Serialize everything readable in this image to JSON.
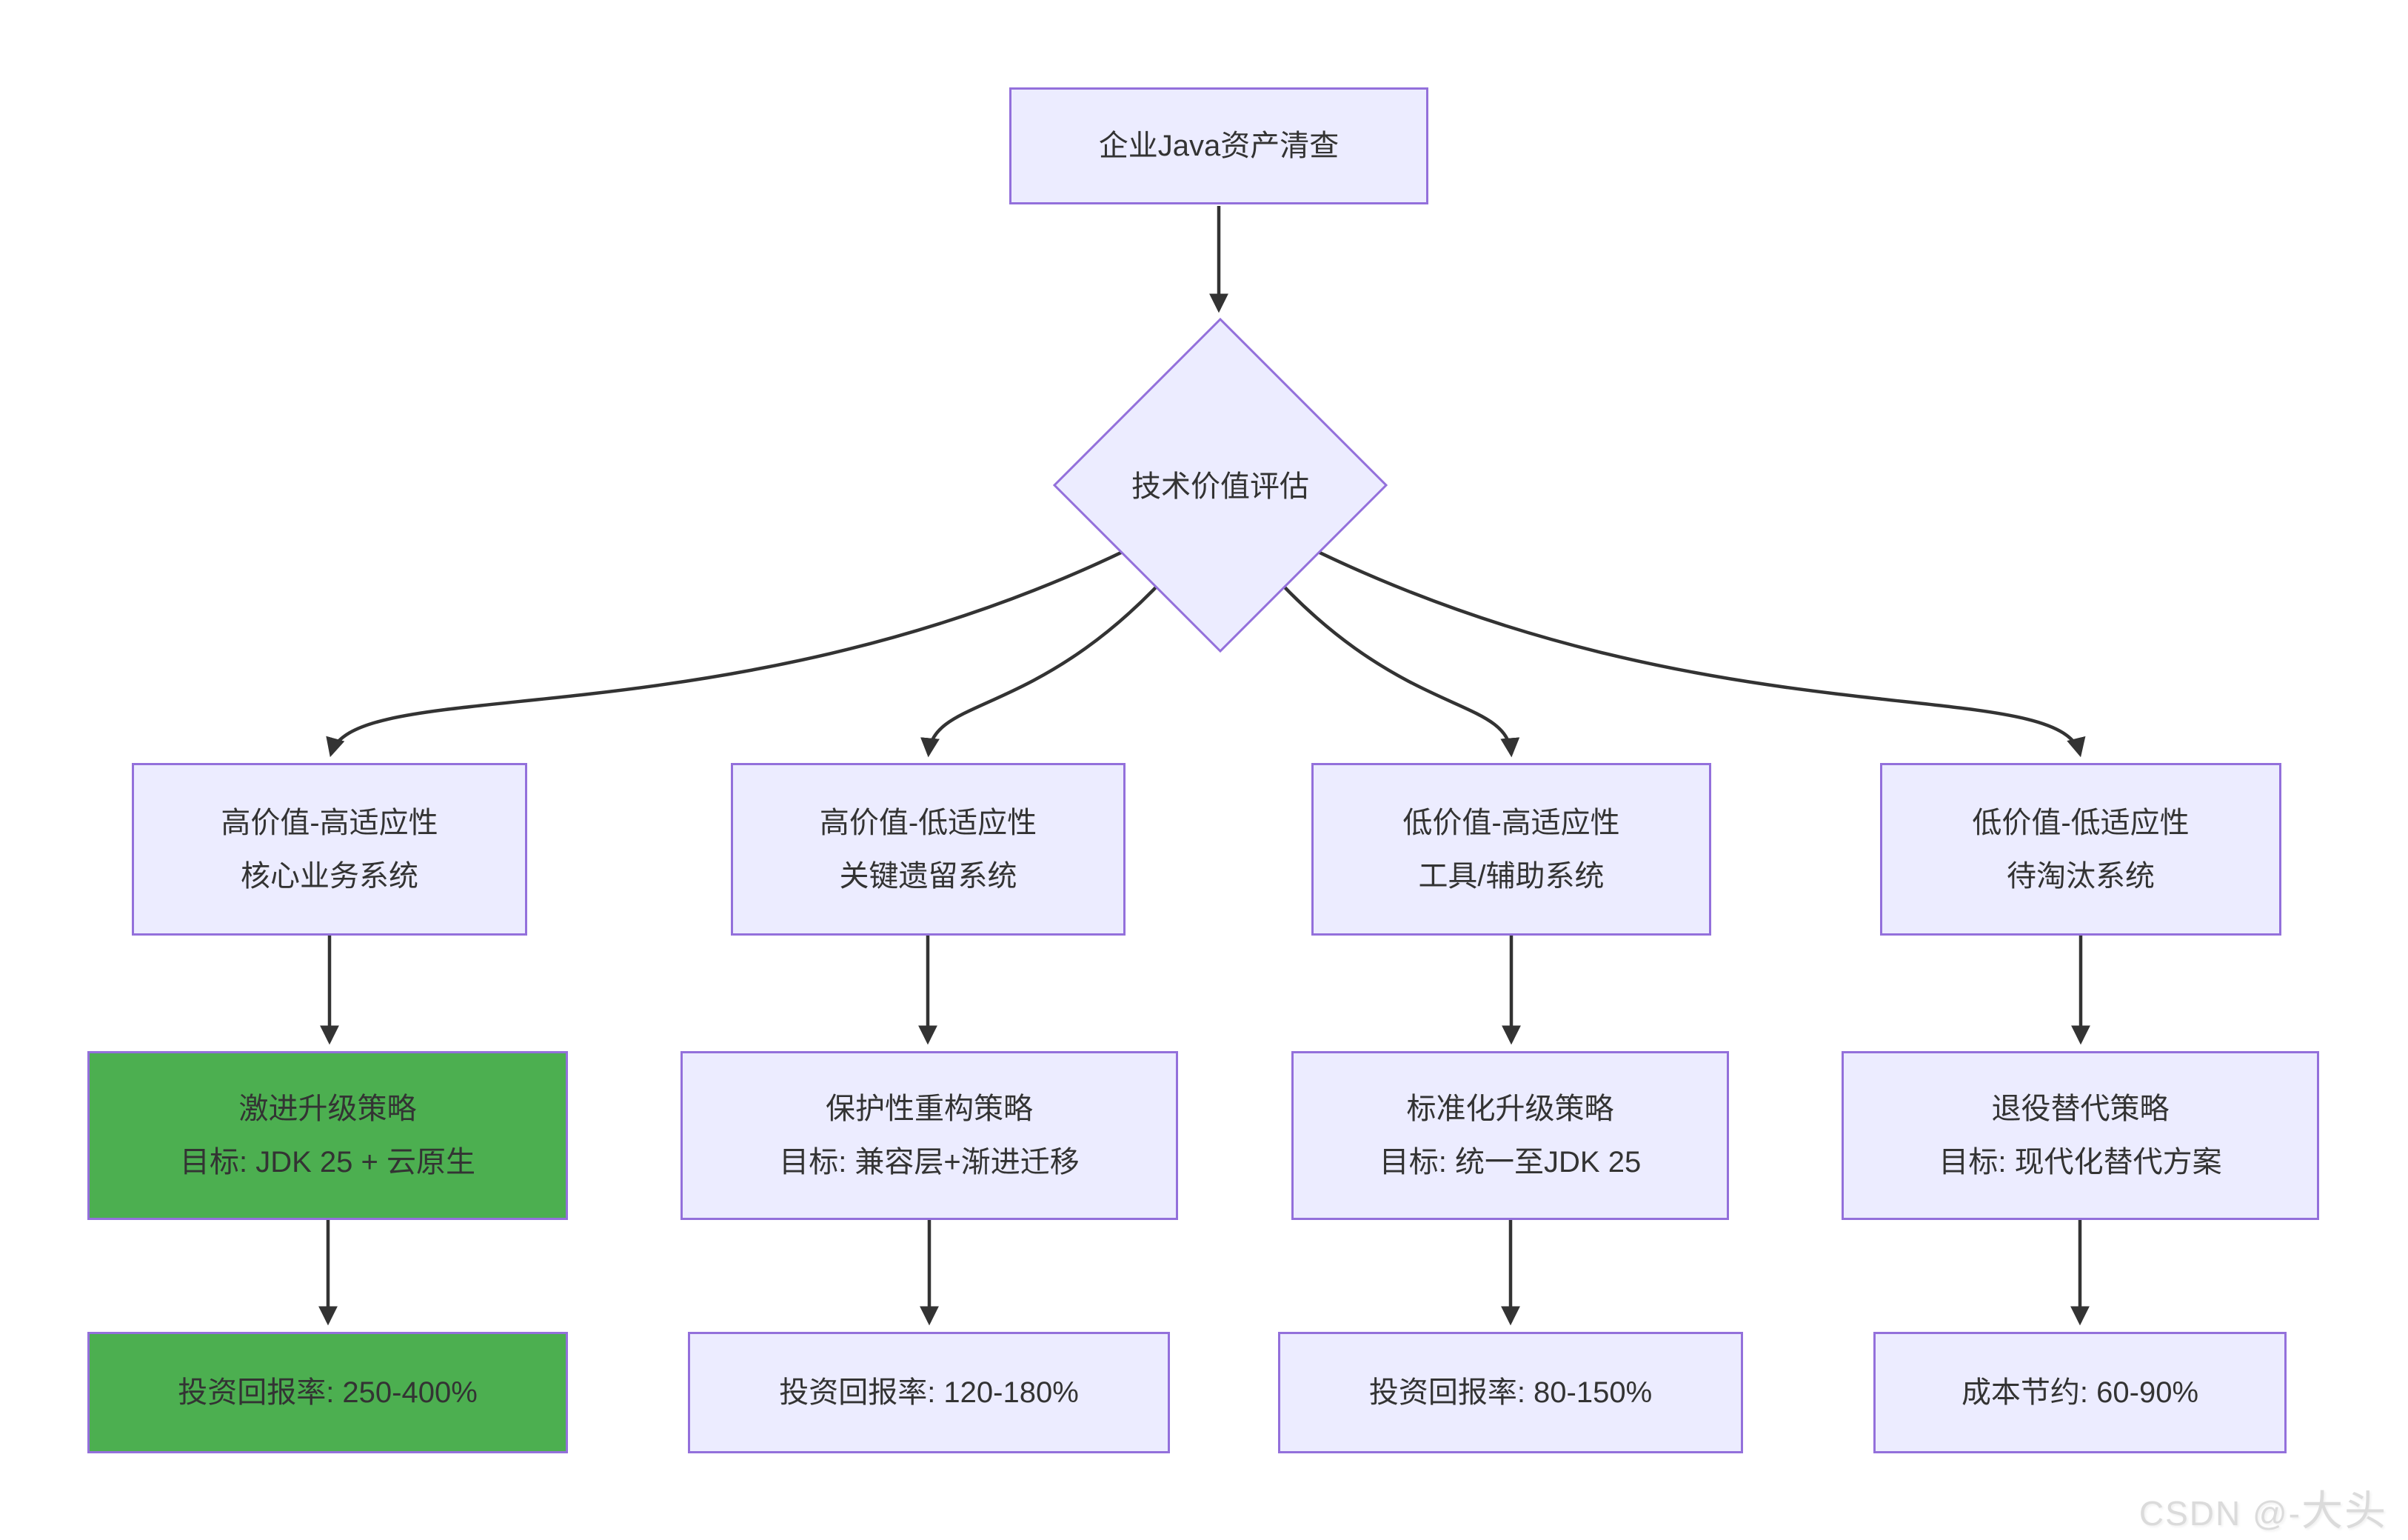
{
  "diagram": {
    "root": {
      "label": "企业Java资产清查"
    },
    "decision": {
      "label": "技术价值评估"
    },
    "branches": [
      {
        "category_line1": "高价值-高适应性",
        "category_line2": "核心业务系统",
        "strategy_line1": "激进升级策略",
        "strategy_line2": "目标: JDK 25 + 云原生",
        "outcome": "投资回报率: 250-400%",
        "highlighted": true
      },
      {
        "category_line1": "高价值-低适应性",
        "category_line2": "关键遗留系统",
        "strategy_line1": "保护性重构策略",
        "strategy_line2": "目标: 兼容层+渐进迁移",
        "outcome": "投资回报率: 120-180%",
        "highlighted": false
      },
      {
        "category_line1": "低价值-高适应性",
        "category_line2": "工具/辅助系统",
        "strategy_line1": "标准化升级策略",
        "strategy_line2": "目标: 统一至JDK 25",
        "outcome": "投资回报率: 80-150%",
        "highlighted": false
      },
      {
        "category_line1": "低价值-低适应性",
        "category_line2": "待淘汰系统",
        "strategy_line1": "退役替代策略",
        "strategy_line2": "目标: 现代化替代方案",
        "outcome": "成本节约: 60-90%",
        "highlighted": false
      }
    ],
    "watermark_prefix": "CSDN @-",
    "watermark_name": "大头",
    "colors": {
      "node_fill": "#ECECFF",
      "node_border": "#9370DB",
      "highlight_fill": "#4CAF50",
      "edge": "#333333",
      "text": "#333333",
      "watermark": "#DBDBDB"
    }
  }
}
